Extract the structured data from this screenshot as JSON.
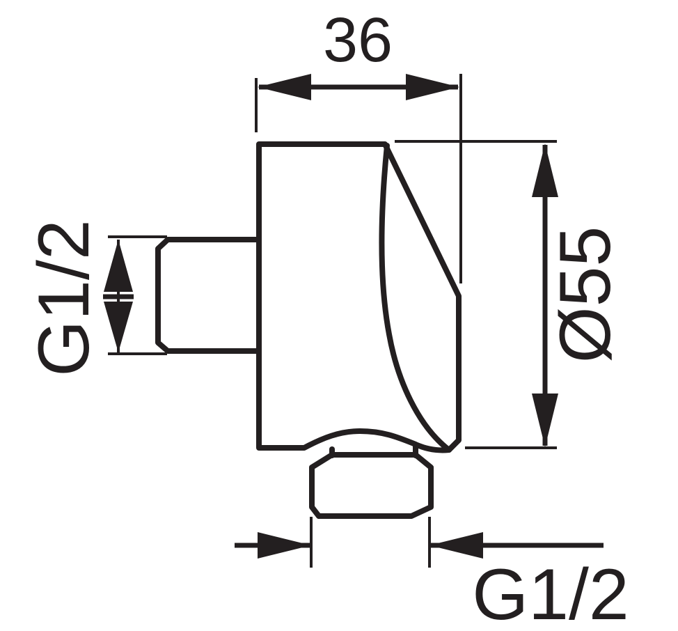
{
  "drawing": {
    "line_color": "#231f20",
    "background_color": "#ffffff",
    "dimensions": {
      "body_width": {
        "label": "36"
      },
      "body_diameter": {
        "label": "Ø55"
      },
      "inlet_thread": {
        "label": "G1/2"
      },
      "outlet_thread": {
        "label": "G1/2"
      }
    }
  }
}
